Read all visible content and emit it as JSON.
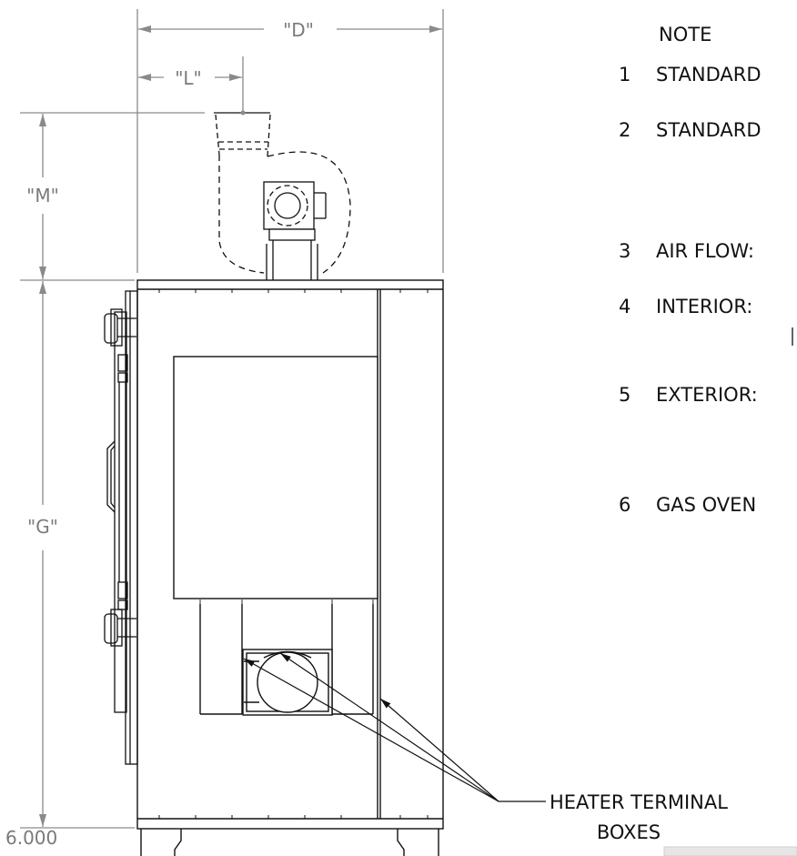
{
  "dimensions": {
    "d": "\"D\"",
    "l": "\"L\"",
    "m": "\"M\"",
    "g": "\"G\"",
    "corner_value": "6.000"
  },
  "notes": {
    "heading": "NOTE",
    "items": [
      {
        "num": "1",
        "text": "STANDARD"
      },
      {
        "num": "2",
        "text": "STANDARD"
      },
      {
        "num": "3",
        "text": "AIR FLOW:"
      },
      {
        "num": "4",
        "text": "INTERIOR: "
      },
      {
        "num": "5",
        "text": "EXTERIOR:"
      },
      {
        "num": "6",
        "text": "GAS OVEN"
      }
    ]
  },
  "callout": {
    "line1": "HEATER TERMINAL",
    "line2": "BOXES"
  }
}
